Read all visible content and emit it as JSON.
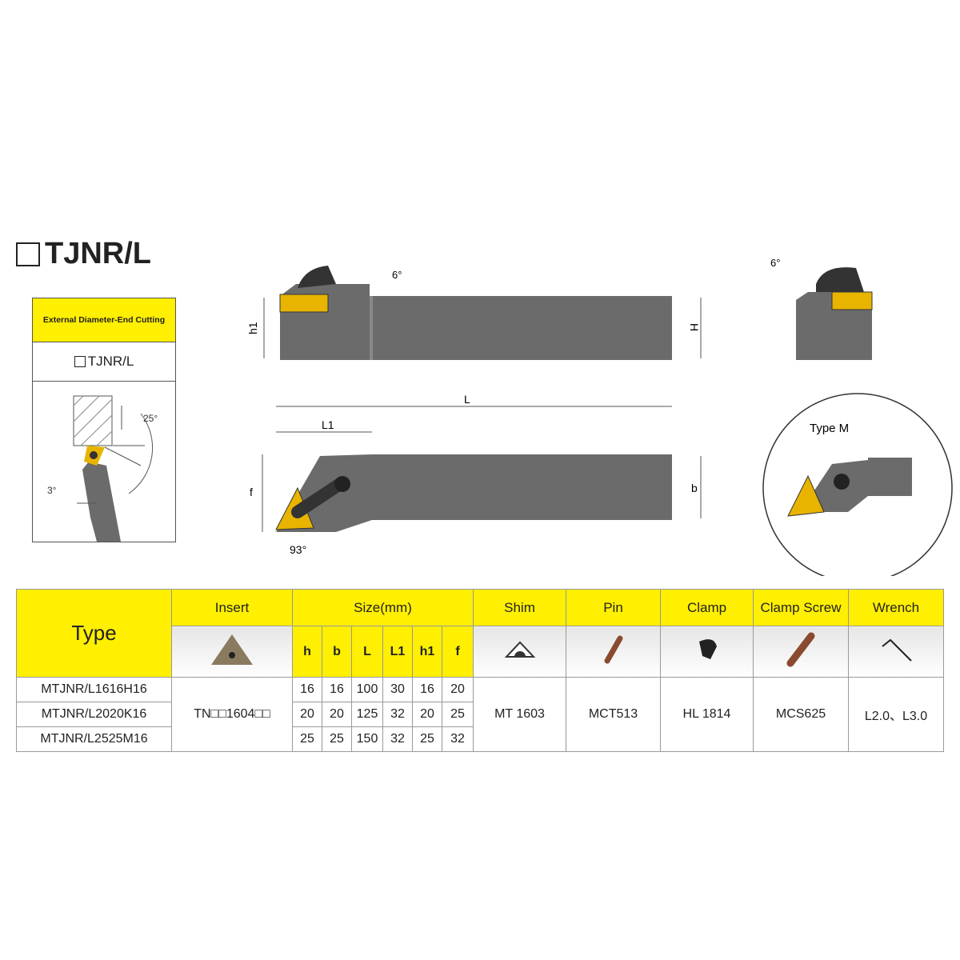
{
  "title": "TJNR/L",
  "legend": {
    "heading": "External Diameter-End Cutting",
    "code": "TJNR/L",
    "angle_a": "25°",
    "angle_b": "3°"
  },
  "drawing_labels": {
    "h1": "h1",
    "H": "H",
    "L": "L",
    "L1": "L1",
    "f": "f",
    "b": "b",
    "angle_top": "6°",
    "angle_side": "6°",
    "angle_lead": "93°",
    "type_m": "Type M"
  },
  "table": {
    "headers": {
      "type": "Type",
      "insert": "Insert",
      "size": "Size(mm)",
      "shim": "Shim",
      "pin": "Pin",
      "clamp": "Clamp",
      "clamp_screw": "Clamp Screw",
      "wrench": "Wrench"
    },
    "size_cols": [
      "h",
      "b",
      "L",
      "L1",
      "h1",
      "f"
    ],
    "rows": [
      {
        "type": "MTJNR/L1616H16",
        "sizes": [
          "16",
          "16",
          "100",
          "30",
          "16",
          "20"
        ]
      },
      {
        "type": "MTJNR/L2020K16",
        "sizes": [
          "20",
          "20",
          "125",
          "32",
          "20",
          "25"
        ]
      },
      {
        "type": "MTJNR/L2525M16",
        "sizes": [
          "25",
          "25",
          "150",
          "32",
          "25",
          "32"
        ]
      }
    ],
    "insert": "TN□□1604□□",
    "shim": "MT 1603",
    "pin": "MCT513",
    "clamp": "HL 1814",
    "clamp_screw": "MCS625",
    "wrench": "L2.0、L3.0"
  },
  "colors": {
    "yellow": "#ffef00",
    "tool": "#6b6b6b",
    "insert": "#e8b400"
  }
}
